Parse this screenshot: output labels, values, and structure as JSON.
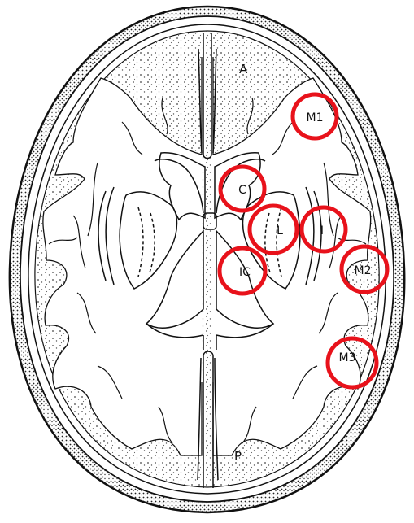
{
  "diagram": {
    "ink_color": "#111111",
    "marker_color": "#e8121b",
    "landmarks": {
      "anterior": "A",
      "posterior": "P"
    },
    "regions": [
      {
        "id": "m1",
        "label": "M1"
      },
      {
        "id": "c",
        "label": "C"
      },
      {
        "id": "l",
        "label": "L"
      },
      {
        "id": "i",
        "label": "I"
      },
      {
        "id": "ic",
        "label": "IC"
      },
      {
        "id": "m2",
        "label": "M2"
      },
      {
        "id": "m3",
        "label": "M3"
      }
    ]
  }
}
